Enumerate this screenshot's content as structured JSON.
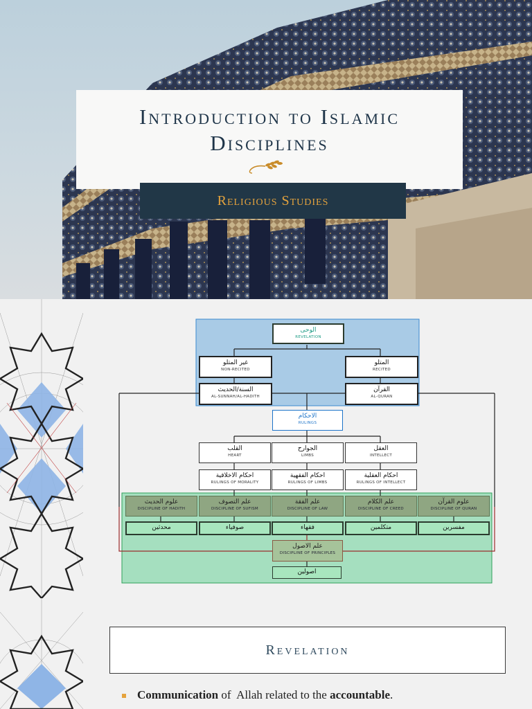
{
  "slide1": {
    "title": "Introduction to Islamic Disciplines",
    "subtitle": "Religious Studies"
  },
  "slide2": {
    "revelation": {
      "ar": "الوحى",
      "en": "REVELATION"
    },
    "non_recited": {
      "ar": "غير المتلو",
      "en": "NON-RECITED"
    },
    "recited": {
      "ar": "المتلو",
      "en": "RECITED"
    },
    "sunnah": {
      "ar": "السنة/الحديث",
      "en": "AL-SUNNAH/AL-HADITH"
    },
    "quran": {
      "ar": "القرآن",
      "en": "AL-QURAN"
    },
    "rulings": {
      "ar": "الاحكام",
      "en": "RULINGS"
    },
    "sources": [
      {
        "ar": "القلب",
        "en": "HEART"
      },
      {
        "ar": "الجوارح",
        "en": "LIMBS"
      },
      {
        "ar": "العقل",
        "en": "INTELLECT"
      }
    ],
    "ruling_types": [
      {
        "ar": "احكام الاخلاقية",
        "en": "RULINGS OF MORALITY"
      },
      {
        "ar": "احكام الفقهية",
        "en": "RULINGS OF LIMBS"
      },
      {
        "ar": "احكام العقلية",
        "en": "RULINGS OF INTELLECT"
      }
    ],
    "disciplines": [
      {
        "ar": "علوم الحديث",
        "en": "DISCIPLINE OF HADITH"
      },
      {
        "ar": "علم التصوف",
        "en": "DISCIPLINE OF SUFISM"
      },
      {
        "ar": "علم الفقة",
        "en": "DISCIPLINE OF LAW"
      },
      {
        "ar": "علم الكلام",
        "en": "DISCIPLINE OF CREED"
      },
      {
        "ar": "علوم القرآن",
        "en": "DISCIPLINE OF QURAN"
      }
    ],
    "scholars": [
      "محدثين",
      "صوفياء",
      "فقهاء",
      "متكلمين",
      "مفسرين"
    ],
    "principles": {
      "ar": "علم الاصول",
      "en": "DISCIPLINE OF PRINCIPLES"
    },
    "principles_scholars": "اصولين",
    "colors": {
      "blue_panel": "#a9cbe6",
      "green_panel": "#a5dfbf",
      "olive": "#8fa682",
      "mint": "#a8e6be"
    }
  },
  "slide3": {
    "heading": "Revelation",
    "bullet_bold1": "Communication",
    "bullet_text1": " of  Allah related to the ",
    "bullet_bold2": "accountable",
    "bullet_text2": "."
  }
}
